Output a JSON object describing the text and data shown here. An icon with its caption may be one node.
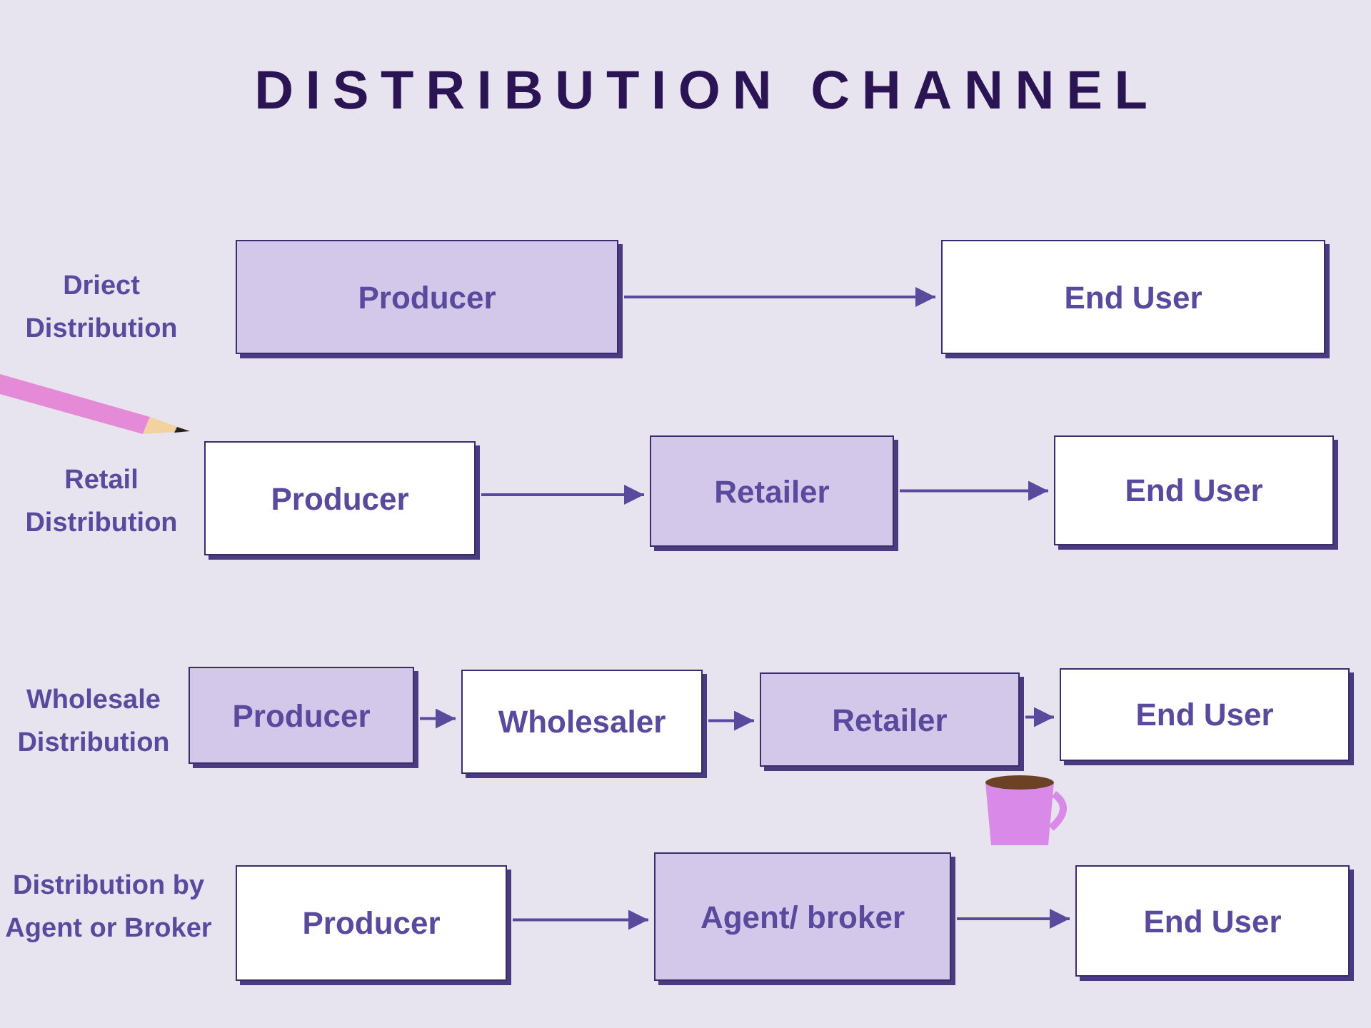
{
  "diagram": {
    "title": "DISTRIBUTION CHANNEL",
    "nodes": [
      {
        "text": [
          "Producer"
        ]
      },
      {
        "text": [
          "End User"
        ]
      },
      {
        "text": [
          "Producer"
        ]
      },
      {
        "text": [
          "Retailer"
        ]
      },
      {
        "text": [
          "End User"
        ]
      },
      {
        "text": [
          "Producer"
        ]
      },
      {
        "text": [
          "Wholesaler"
        ]
      },
      {
        "text": [
          "Retailer"
        ]
      },
      {
        "text": [
          "End User"
        ]
      },
      {
        "text": [
          "Producer"
        ]
      },
      {
        "text": [
          "Agent/ broker"
        ]
      },
      {
        "text": [
          "End User"
        ]
      }
    ],
    "edges": [
      {
        "from": 0,
        "to": 1,
        "arrow": "to"
      },
      {
        "from": 2,
        "to": 3,
        "arrow": "to"
      },
      {
        "from": 3,
        "to": 4,
        "arrow": "to"
      },
      {
        "from": 5,
        "to": 6,
        "arrow": "to"
      },
      {
        "from": 6,
        "to": 7,
        "arrow": "to"
      },
      {
        "from": 7,
        "to": 8,
        "arrow": "to"
      },
      {
        "from": 9,
        "to": 10,
        "arrow": "to"
      },
      {
        "from": 10,
        "to": 11,
        "arrow": "to"
      }
    ],
    "labels": [
      "Driect Distribution",
      "Retail Distribution",
      "Wholesale Distribution",
      "Distribution by Agent or Broker"
    ]
  }
}
